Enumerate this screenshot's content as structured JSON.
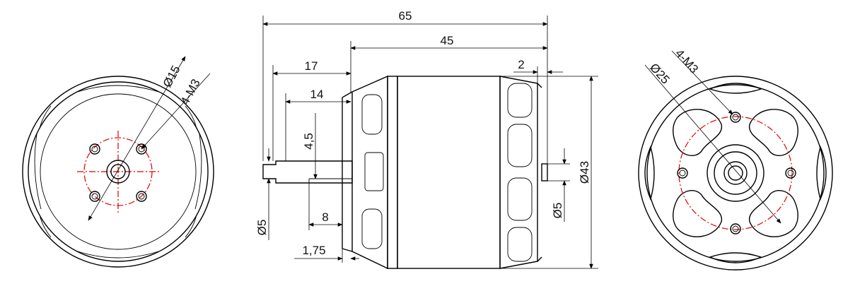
{
  "dimensions": {
    "overall_length": "65",
    "body_length": "45",
    "front_offset": "17",
    "shaft_length": "14",
    "shaft_flat_depth": "4,5",
    "flat_length": "8",
    "shaft_diameter": "Ø5",
    "flange_thickness": "1,75",
    "rear_offset": "2",
    "rear_shaft_diameter": "Ø5",
    "outer_diameter": "Ø43",
    "front_bolt_circle": "Ø15",
    "front_holes": "4-M3",
    "rear_bolt_circle": "Ø25",
    "rear_holes": "4-M3"
  },
  "colors": {
    "line": "#000000",
    "center_line": "#e00000",
    "background": "#ffffff"
  }
}
